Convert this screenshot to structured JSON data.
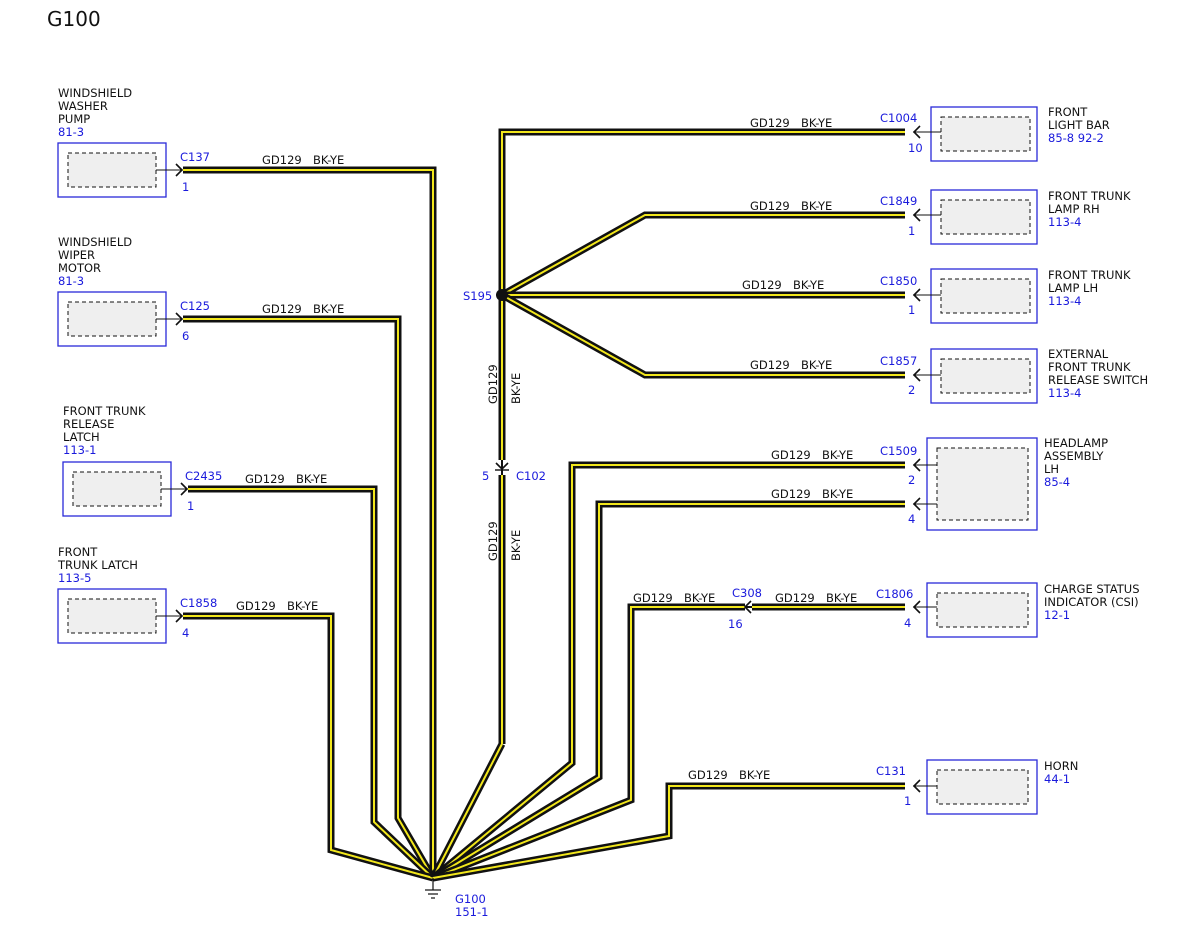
{
  "title": "G100",
  "wire_labels": {
    "circuit": "GD129",
    "color": "BK-YE"
  },
  "splice": {
    "id": "S195"
  },
  "ground": {
    "id": "G100",
    "ref": "151-1"
  },
  "inline_connectors": {
    "c102": {
      "id": "C102",
      "pin": "5"
    },
    "c308": {
      "id": "C308",
      "pin": "16"
    }
  },
  "components": {
    "washer_pump": {
      "name": [
        "WINDSHIELD",
        "WASHER",
        "PUMP"
      ],
      "ref": "81-3",
      "connector": "C137",
      "pin": "1"
    },
    "wiper_motor": {
      "name": [
        "WINDSHIELD",
        "WIPER",
        "MOTOR"
      ],
      "ref": "81-3",
      "connector": "C125",
      "pin": "6"
    },
    "trunk_release_latch": {
      "name": [
        "FRONT TRUNK",
        "RELEASE",
        "LATCH"
      ],
      "ref": "113-1",
      "connector": "C2435",
      "pin": "1"
    },
    "trunk_latch": {
      "name": [
        "FRONT",
        "TRUNK LATCH"
      ],
      "ref": "113-5",
      "connector": "C1858",
      "pin": "4"
    },
    "light_bar": {
      "name": [
        "FRONT",
        "LIGHT BAR"
      ],
      "ref": "85-8  92-2",
      "connector": "C1004",
      "pin": "10"
    },
    "trunk_lamp_rh": {
      "name": [
        "FRONT TRUNK",
        "LAMP RH"
      ],
      "ref": "113-4",
      "connector": "C1849",
      "pin": "1"
    },
    "trunk_lamp_lh": {
      "name": [
        "FRONT TRUNK",
        "LAMP LH"
      ],
      "ref": "113-4",
      "connector": "C1850",
      "pin": "1"
    },
    "release_switch": {
      "name": [
        "EXTERNAL",
        "FRONT TRUNK",
        "RELEASE SWITCH"
      ],
      "ref": "113-4",
      "connector": "C1857",
      "pin": "2"
    },
    "headlamp": {
      "name": [
        "HEADLAMP",
        "ASSEMBLY",
        "LH"
      ],
      "ref": "85-4",
      "connector": "C1509",
      "pin_a": "2",
      "pin_b": "4"
    },
    "csi": {
      "name": [
        "CHARGE STATUS",
        "INDICATOR (CSI)"
      ],
      "ref": "12-1",
      "connector": "C1806",
      "pin": "4"
    },
    "horn": {
      "name": [
        "HORN"
      ],
      "ref": "44-1",
      "connector": "C131",
      "pin": "1"
    }
  }
}
